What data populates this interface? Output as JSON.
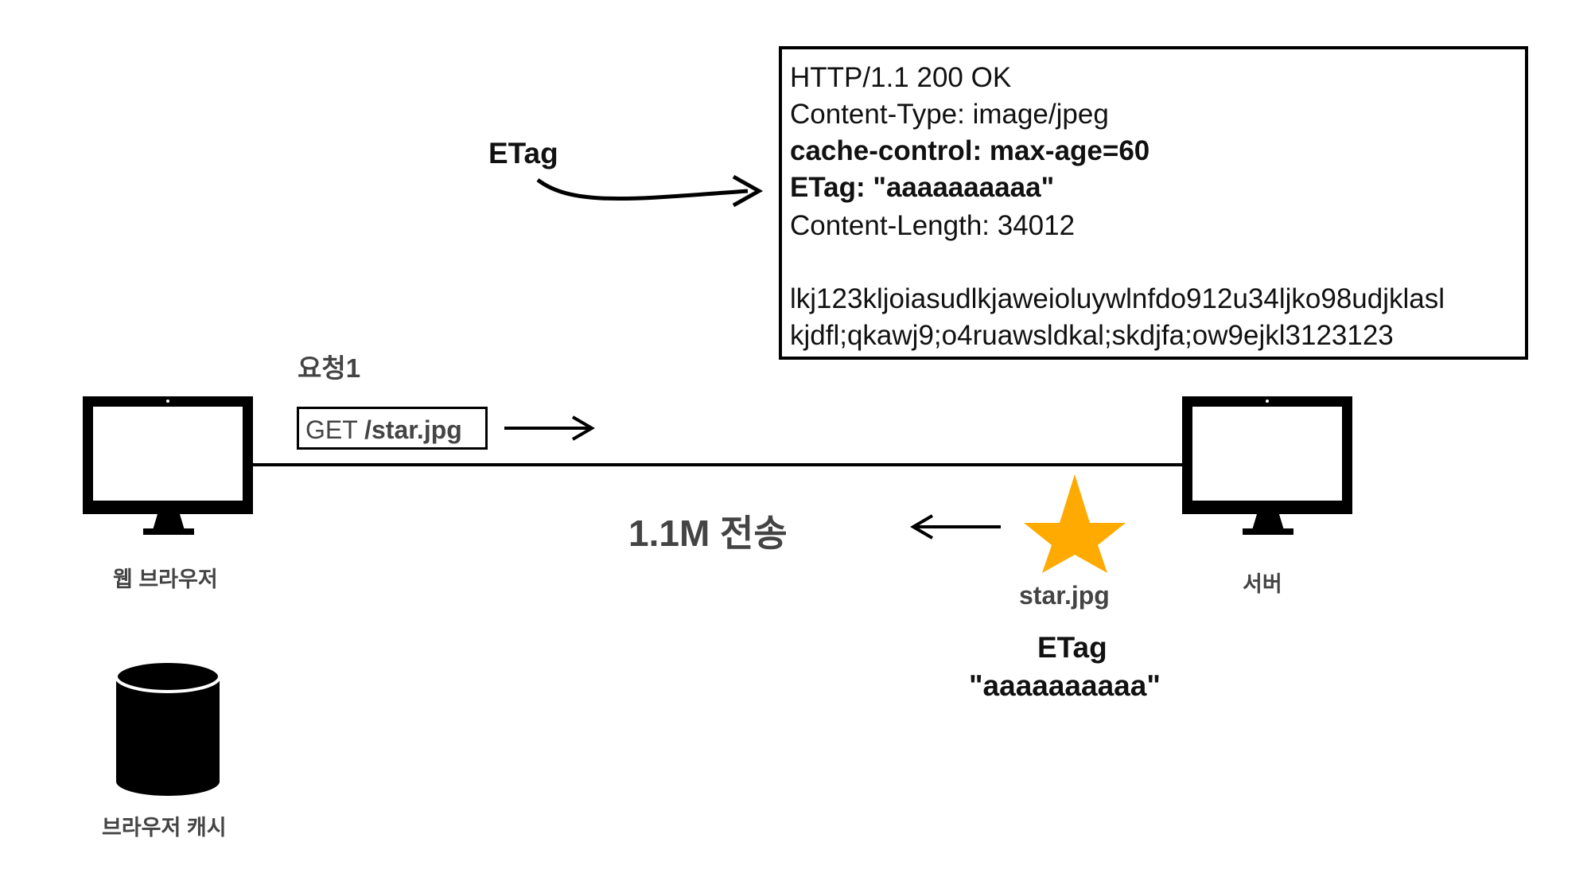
{
  "response": {
    "lines": [
      "HTTP/1.1 200 OK",
      "Content-Type: image/jpeg",
      "cache-control: max-age=60",
      "ETag: \"aaaaaaaaaa\"",
      "Content-Length: 34012",
      "lkj123kljoiasudlkjaweioluywlnfdo912u34ljko98udjklasl",
      "kjdfl;qkawj9;o4ruawsldkal;skdjfa;ow9ejkl3123123"
    ]
  },
  "etag_pointer_label": "ETag",
  "request": {
    "title": "요청1",
    "method": "GET",
    "path": "/star.jpg"
  },
  "transfer_label": "1.1M 전송",
  "client_label": "웹 브라우저",
  "server_label": "서버",
  "cache_label": "브라우저 캐시",
  "resource": {
    "filename": "star.jpg",
    "etag_title": "ETag",
    "etag_value": "\"aaaaaaaaaa\""
  },
  "colors": {
    "star": "#FFAA00",
    "line": "#000000",
    "muted_text": "#444444"
  },
  "icons": [
    "monitor-icon",
    "star-icon",
    "database-icon",
    "arrow-icon"
  ]
}
